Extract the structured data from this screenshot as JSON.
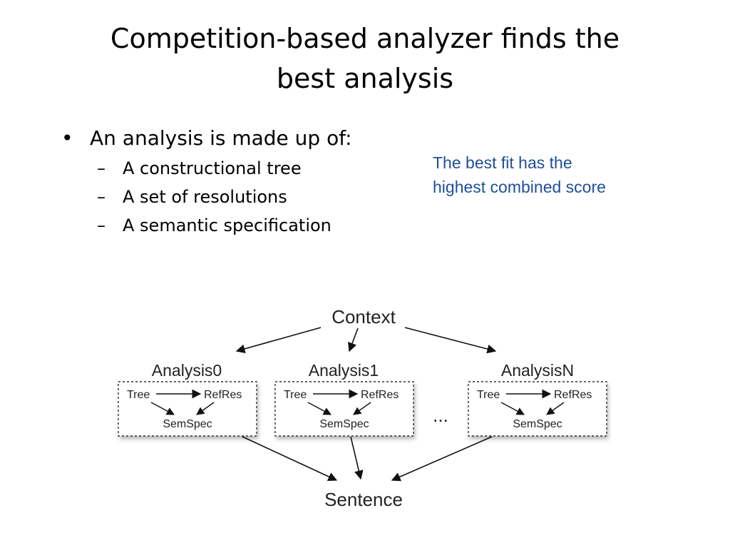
{
  "slide": {
    "title_line1": "Competition-based analyzer finds the",
    "title_line2": "best analysis",
    "bullet_main": "An analysis is made up of:",
    "sub_bullets": [
      "A constructional tree",
      "A set of resolutions",
      "A semantic specification"
    ],
    "callout_line1": "The best fit has the",
    "callout_line2": "highest combined score"
  },
  "diagram": {
    "context": "Context",
    "sentence": "Sentence",
    "ellipsis": "...",
    "analyses": [
      {
        "name": "Analysis0",
        "tree": "Tree",
        "refres": "RefRes",
        "semspec": "SemSpec"
      },
      {
        "name": "Analysis1",
        "tree": "Tree",
        "refres": "RefRes",
        "semspec": "SemSpec"
      },
      {
        "name": "AnalysisN",
        "tree": "Tree",
        "refres": "RefRes",
        "semspec": "SemSpec"
      }
    ]
  },
  "colors": {
    "callout": "#1f4e9a",
    "arrow": "#111111",
    "box_border": "#333333"
  },
  "icons": [
    "arrowhead-icon"
  ]
}
